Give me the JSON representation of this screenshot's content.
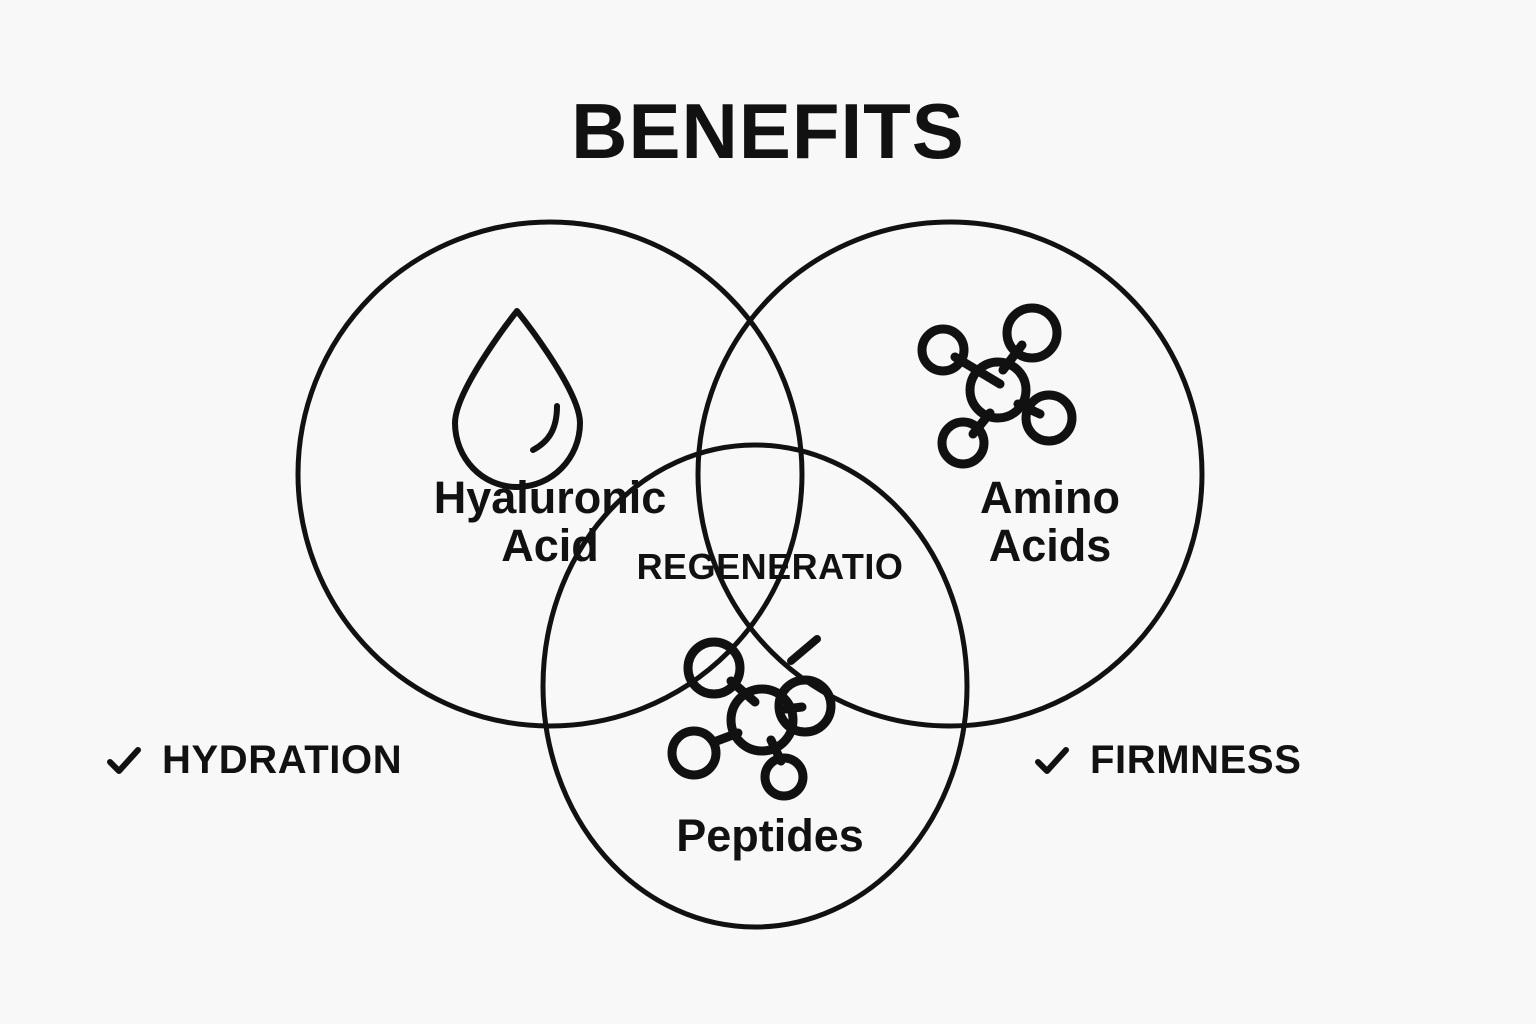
{
  "page": {
    "title": "BENEFITS",
    "background_color": "#f8f8f8",
    "stroke_color": "#111111",
    "text_color": "#111111"
  },
  "diagram": {
    "type": "venn",
    "set_count": 3,
    "sets": [
      {
        "id": "hyaluronic-acid",
        "label_line1": "Hyaluronic",
        "label_line2": "Acid",
        "icon": "water-drop-icon",
        "position": "left",
        "shape": "circle"
      },
      {
        "id": "amino-acids",
        "label_line1": "Amino",
        "label_line2": "Acids",
        "icon": "molecule-icon",
        "position": "right",
        "shape": "circle"
      },
      {
        "id": "peptides",
        "label_top": "REGENERATIO",
        "label_bottom": "Peptides",
        "icon": "peptide-molecule-icon",
        "position": "center",
        "shape": "ellipse"
      }
    ]
  },
  "benefits": [
    {
      "id": "hydration",
      "label": "HYDRATION",
      "check": "check-icon",
      "position": "bottom-left"
    },
    {
      "id": "firmness",
      "label": "FIRMNESS",
      "check": "check-icon",
      "position": "bottom-right"
    }
  ]
}
